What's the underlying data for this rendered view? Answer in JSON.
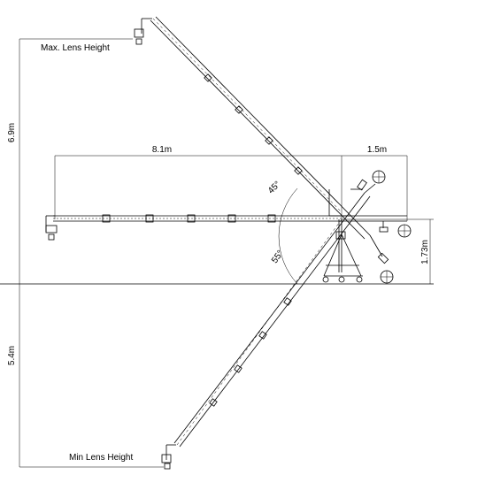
{
  "labels": {
    "max_lens_height": "Max. Lens Height",
    "min_lens_height": "Min Lens Height",
    "front_reach": "8.1m",
    "back_reach": "1.5m",
    "max_height": "6.9m",
    "min_depth": "5.4m",
    "pivot_height": "1.73m",
    "angle_up": "45°",
    "angle_down": "55°"
  },
  "colors": {
    "line": "#000000",
    "background": "#ffffff"
  }
}
